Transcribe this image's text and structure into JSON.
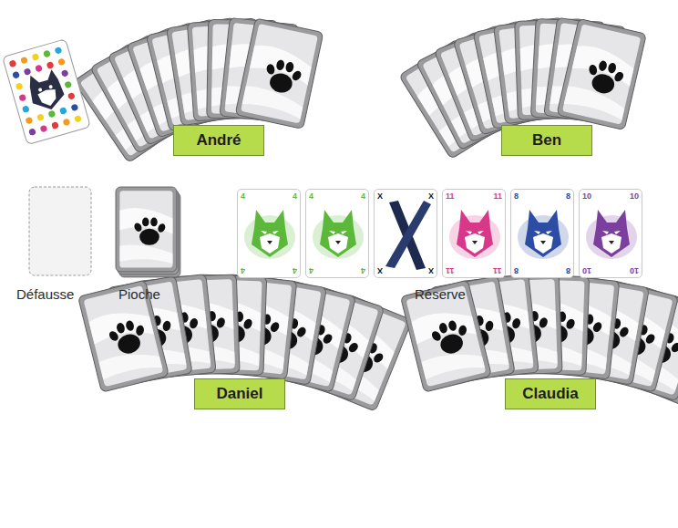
{
  "diagram": {
    "nodes": [
      {
        "text": [
          "André"
        ]
      },
      {
        "text": [
          "Ben"
        ]
      },
      {
        "text": [
          "4",
          "4",
          "4",
          "4"
        ]
      },
      {
        "text": [
          "4",
          "4",
          "4",
          "4"
        ]
      },
      {
        "text": [
          "X",
          "X",
          "X",
          "X"
        ]
      },
      {
        "text": [
          "11",
          "11",
          "11",
          "11"
        ]
      },
      {
        "text": [
          "8",
          "8",
          "8",
          "8"
        ]
      },
      {
        "text": [
          "10",
          "10",
          "10",
          "10"
        ]
      },
      {
        "text": [
          "Daniel"
        ]
      },
      {
        "text": [
          "Claudia"
        ]
      }
    ],
    "labels": [
      "Défausse",
      "Pioche",
      "Réserve"
    ]
  }
}
